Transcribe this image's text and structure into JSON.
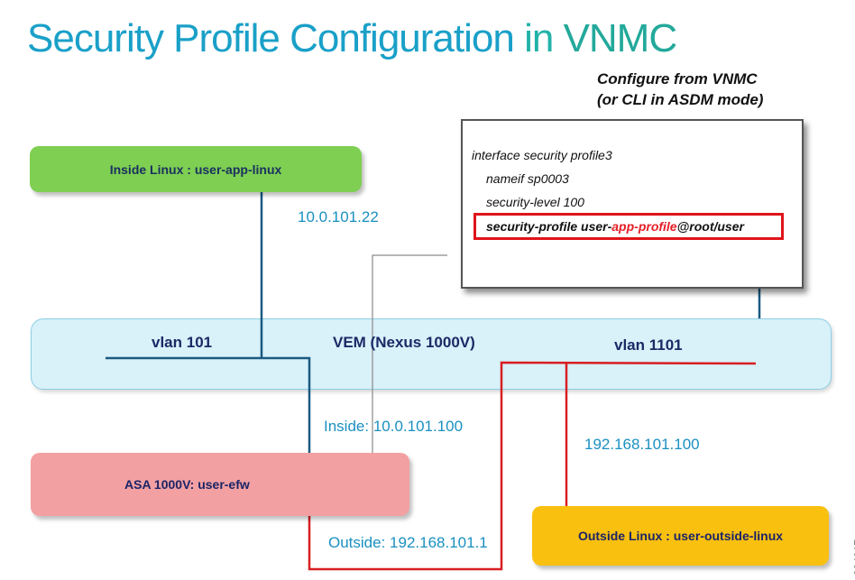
{
  "title": {
    "part1": "Security Profile Configuration",
    "part2": "in",
    "part3": "VNMC"
  },
  "config_note": {
    "line1": "Configure from VNMC",
    "line2": "(or CLI in ASDM mode)"
  },
  "cli": {
    "line1": "interface security profile3",
    "line2": "nameif sp0003",
    "line3": "security-level 100",
    "line4_prefix": "security-profile user-",
    "line4_highlight": "app-profile",
    "line4_suffix": "@root/user"
  },
  "nodes": {
    "inside_linux": "Inside Linux : user-app-linux",
    "vem": "VEM (Nexus 1000V)",
    "asa": "ASA 1000V: user-efw",
    "outside_linux": "Outside Linux : user-outside-linux"
  },
  "vlans": {
    "inside": "vlan 101",
    "outside": "vlan 1101"
  },
  "addresses": {
    "inside_host": "10.0.101.22",
    "asa_inside_label": "Inside:",
    "asa_inside_ip": "10.0.101.100",
    "outside_host": "192.168.101.100",
    "asa_outside_label": "Outside:",
    "asa_outside_ip": "192.168.101.1"
  },
  "figure_id": "334017",
  "colors": {
    "inside_link": "#1a5a80",
    "outside_link": "#d81e22",
    "highlight": "#e0141a"
  }
}
